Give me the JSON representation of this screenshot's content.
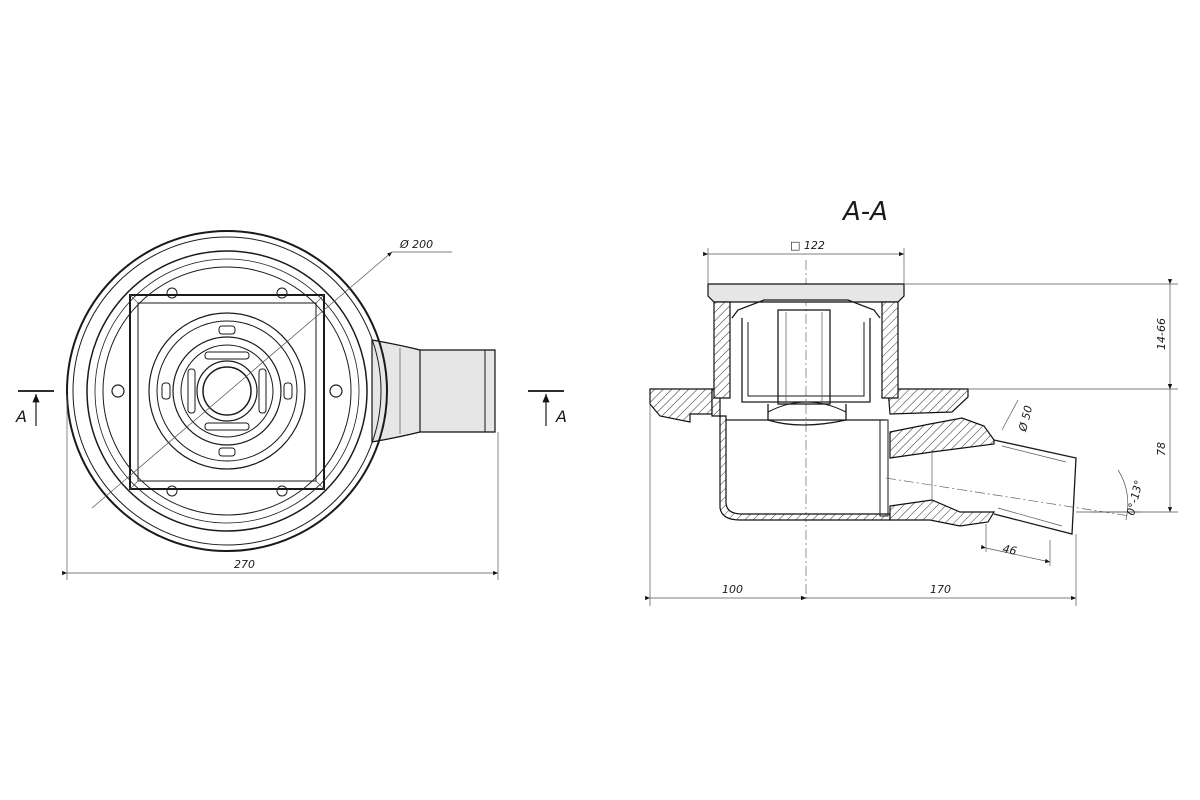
{
  "section_title": "A-A",
  "cut_marks": {
    "left": "A",
    "right": "A"
  },
  "plan_view": {
    "outer_diameter": "Ø 200",
    "overall_width": "270"
  },
  "section_view": {
    "grate_size": "□ 122",
    "height_adjust": "14-66",
    "body_height": "78",
    "outlet_diameter": "Ø 50",
    "outlet_angle": "0°-13°",
    "outlet_length": "46",
    "left_extent": "100",
    "right_extent": "170"
  }
}
